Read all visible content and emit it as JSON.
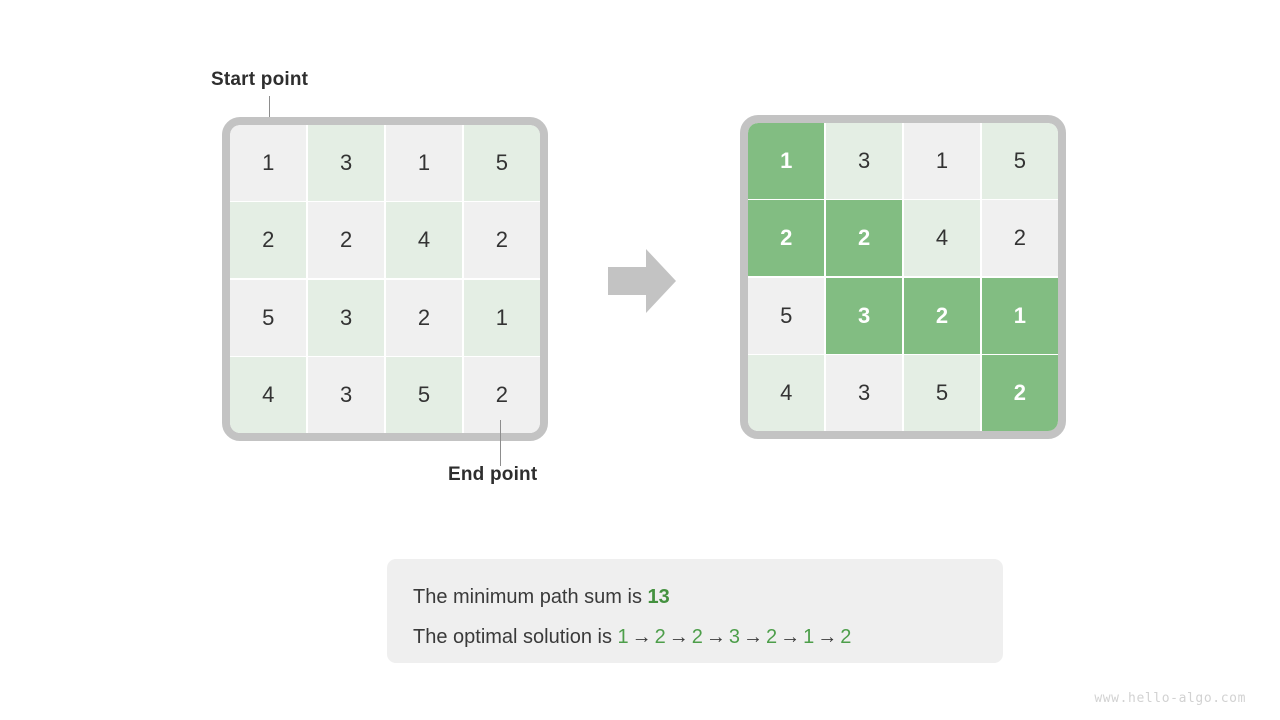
{
  "labels": {
    "start_point": "Start point",
    "end_point": "End point"
  },
  "colors": {
    "path_highlight": "#82bd82",
    "cell_green": "#e4eee4",
    "cell_gray": "#f0f0f0",
    "frame": "#c3c3c3",
    "accent_text": "#44913f",
    "arrow": "#c3c3c3"
  },
  "grid_left": {
    "title": "input-grid",
    "rows": 4,
    "cols": 4,
    "values": [
      [
        1,
        3,
        1,
        5
      ],
      [
        2,
        2,
        4,
        2
      ],
      [
        5,
        3,
        2,
        1
      ],
      [
        4,
        3,
        5,
        2
      ]
    ],
    "cell_styles": [
      [
        "bg-gray",
        "bg-green",
        "bg-gray",
        "bg-green"
      ],
      [
        "bg-green",
        "bg-gray",
        "bg-green",
        "bg-gray"
      ],
      [
        "bg-gray",
        "bg-green",
        "bg-gray",
        "bg-green"
      ],
      [
        "bg-green",
        "bg-gray",
        "bg-green",
        "bg-gray"
      ]
    ]
  },
  "grid_right": {
    "title": "solution-grid",
    "rows": 4,
    "cols": 4,
    "values": [
      [
        1,
        3,
        1,
        5
      ],
      [
        2,
        2,
        4,
        2
      ],
      [
        5,
        3,
        2,
        1
      ],
      [
        4,
        3,
        5,
        2
      ]
    ],
    "cell_styles": [
      [
        "bg-path",
        "bg-green",
        "bg-gray",
        "bg-green"
      ],
      [
        "bg-path",
        "bg-path",
        "bg-green",
        "bg-gray"
      ],
      [
        "bg-gray",
        "bg-path",
        "bg-path",
        "bg-path"
      ],
      [
        "bg-green",
        "bg-gray",
        "bg-green",
        "bg-path"
      ]
    ],
    "path_cells": [
      [
        0,
        0
      ],
      [
        1,
        0
      ],
      [
        1,
        1
      ],
      [
        2,
        1
      ],
      [
        2,
        2
      ],
      [
        2,
        3
      ],
      [
        3,
        3
      ]
    ]
  },
  "transition": {
    "icon": "right-arrow-icon"
  },
  "result": {
    "line1_prefix": "The minimum path sum is ",
    "line1_value": "13",
    "line2_prefix": "The optimal solution is ",
    "path_sequence": [
      1,
      2,
      2,
      3,
      2,
      1,
      2
    ],
    "arrow_glyph": "→"
  },
  "watermark": "www.hello-algo.com"
}
